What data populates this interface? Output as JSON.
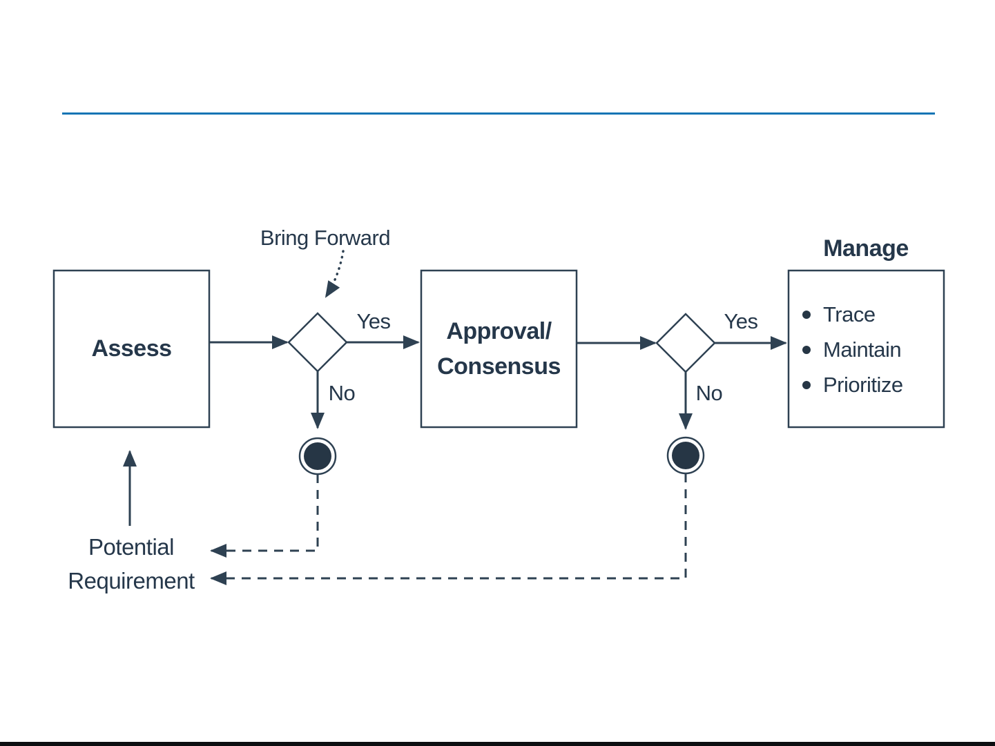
{
  "page": {
    "top_rule_color": "#0f74b4",
    "bottom_bar_color": "#0c0e11",
    "diagram_stroke_color": "#2e4152",
    "diagram_fill_color": "#263645",
    "text_color": "#25374a"
  },
  "diagram": {
    "nodes": {
      "assess": {
        "label": "Assess"
      },
      "approval": {
        "label_line1": "Approval/",
        "label_line2": "Consensus"
      },
      "manage": {
        "title": "Manage",
        "items": [
          "Trace",
          "Maintain",
          "Prioritize"
        ]
      }
    },
    "labels": {
      "bring_forward": "Bring Forward",
      "decision1_yes": "Yes",
      "decision1_no": "No",
      "decision2_yes": "Yes",
      "decision2_no": "No",
      "potential_line1": "Potential",
      "potential_line2": "Requirement"
    }
  }
}
